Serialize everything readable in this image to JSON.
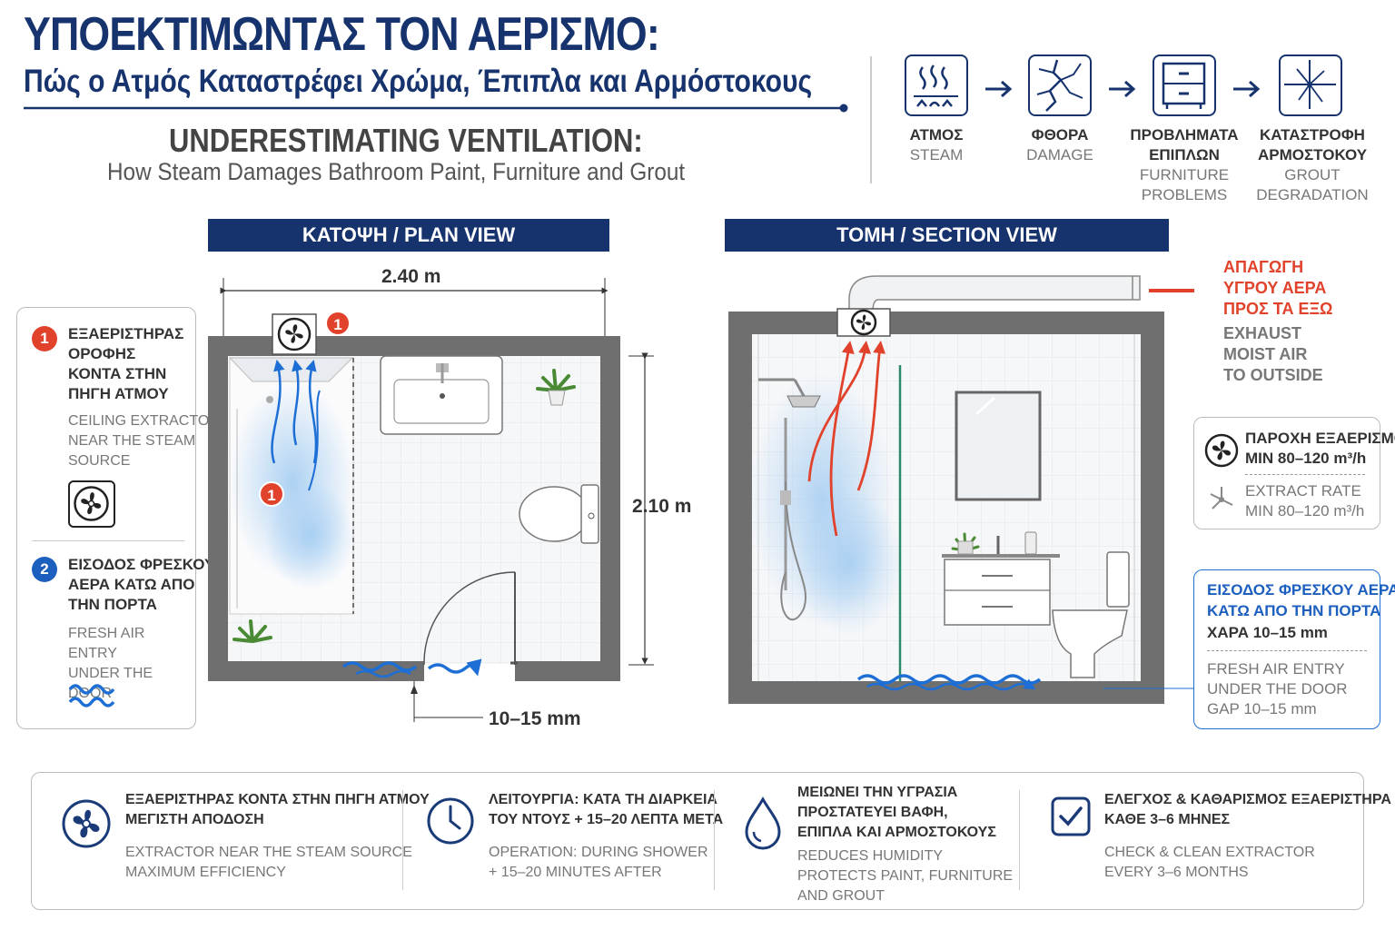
{
  "header": {
    "title_gr": "ΥΠΟΕΚΤΙΜΩΝΤΑΣ ΤΟΝ ΑΕΡΙΣΜΟ:",
    "subtitle_gr": "Πώς ο Ατμός Καταστρέφει Χρώμα, Έπιπλα και Αρμόστοκους",
    "title_en": "UNDERESTIMATING VENTILATION:",
    "subtitle_en": "How Steam Damages Bathroom Paint, Furniture and Grout"
  },
  "process": [
    {
      "gr": "ΑΤΜΟΣ",
      "en": "STEAM",
      "icon": "steam-icon"
    },
    {
      "gr": "ΦΘΟΡΑ",
      "en": "DAMAGE",
      "icon": "cracked-wall-icon"
    },
    {
      "gr": "ΠΡΟΒΛΗΜΑΤΑ ΕΠΙΠΛΩΝ",
      "en": "FURNITURE PROBLEMS",
      "icon": "furniture-icon"
    },
    {
      "gr": "ΚΑΤΑΣΤΡΟΦΗ ΑΡΜΟΣΤΟΚΟΥ",
      "en": "GROUT DEGRADATION",
      "icon": "cracked-tile-icon"
    }
  ],
  "plan_view": {
    "label": "ΚΑΤΟΨΗ / PLAN VIEW",
    "width_dim": "2.40 m",
    "depth_dim": "2.10 m",
    "gap_dim": "10–15 mm",
    "marker": "1"
  },
  "section_view": {
    "label": "ΤΟΜΗ / SECTION VIEW"
  },
  "legend": {
    "item1": {
      "num": "1",
      "gr_lines": [
        "ΕΞΑΕΡΙΣΤΗΡΑΣ",
        "ΟΡΟΦΗΣ",
        "ΚΟΝΤΑ ΣΤΗΝ",
        "ΠΗΓΗ ΑΤΜΟΥ"
      ],
      "en_lines": [
        "CEILING EXTRACTOR",
        "NEAR THE STEAM",
        "SOURCE"
      ]
    },
    "item2": {
      "num": "2",
      "gr_lines": [
        "ΕΙΣΟΔΟΣ ΦΡΕΣΚΟΥ",
        "ΑΕΡΑ ΚΑΤΩ ΑΠΟ",
        "ΤΗΝ ΠΟΡΤΑ"
      ],
      "en_lines": [
        "FRESH AIR ENTRY",
        "UNDER THE DOOR"
      ]
    }
  },
  "exhaust": {
    "gr_lines": [
      "ΑΠΑΓΩΓΗ",
      "ΥΓΡΟΥ ΑΕΡΑ",
      "ΠΡΟΣ ΤΑ ΕΞΩ"
    ],
    "en_lines": [
      "EXHAUST",
      "MOIST AIR",
      "TO OUTSIDE"
    ]
  },
  "extract_rate": {
    "gr_lines": [
      "ΠΑΡΟΧΗ ΕΞΑΕΡΙΣΜΟΥ",
      "MIN 80–120 m³/h"
    ],
    "en_lines": [
      "EXTRACT RATE",
      "MIN 80–120 m³/h"
    ]
  },
  "fresh_air": {
    "gr_lines": [
      "ΕΙΣΟΔΟΣ ΦΡΕΣΚΟΥ ΑΕΡΑ",
      "ΚΑΤΩ ΑΠΟ ΤΗΝ ΠΟΡΤΑ"
    ],
    "gap_gr": "ΧΑΡΑ 10–15 mm",
    "en_lines": [
      "FRESH AIR ENTRY",
      "UNDER THE DOOR",
      "GAP 10–15 mm"
    ]
  },
  "tips": [
    {
      "icon": "fan-icon",
      "gr_lines": [
        "ΕΞΑΕΡΙΣΤΗΡΑΣ ΚΟΝΤΑ ΣΤΗΝ ΠΗΓΗ ΑΤΜΟΥ",
        "ΜΕΓΙΣΤΗ ΑΠΟΔΟΣΗ"
      ],
      "en_lines": [
        "EXTRACTOR NEAR THE STEAM SOURCE",
        "MAXIMUM EFFICIENCY"
      ]
    },
    {
      "icon": "clock-icon",
      "gr_lines": [
        "ΛΕΙΤΟΥΡΓΙΑ: ΚΑΤΑ ΤΗ ΔΙΑΡΚΕΙΑ",
        "ΤΟΥ ΝΤΟΥΣ + 15–20 ΛΕΠΤΑ ΜΕΤΑ"
      ],
      "en_lines": [
        "OPERATION: DURING SHOWER",
        "+ 15–20 MINUTES AFTER"
      ]
    },
    {
      "icon": "water-drop-icon",
      "gr_lines": [
        "ΜΕΙΩΝΕΙ ΤΗΝ ΥΓΡΑΣΙΑ",
        "ΠΡΟΣΤΑΤΕΥΕΙ ΒΑΦΗ,",
        "ΕΠΙΠΛΑ ΚΑΙ ΑΡΜΟΣΤΟΚΟΥΣ"
      ],
      "en_lines": [
        "REDUCES HUMIDITY",
        "PROTECTS PAINT, FURNITURE",
        "AND GROUT"
      ]
    },
    {
      "icon": "checkbox-icon",
      "gr_lines": [
        "ΕΛΕΓΧΟΣ & ΚΑΘΑΡΙΣΜΟΣ ΕΞΑΕΡΙΣΤΗΡΑ",
        "ΚΑΘΕ 3–6 ΜΗΝΕΣ"
      ],
      "en_lines": [
        "CHECK & CLEAN EXTRACTOR",
        "EVERY 3–6 MONTHS"
      ]
    }
  ],
  "colors": {
    "navy": "#17336e",
    "red": "#e0422b",
    "blue": "#1d6fd6",
    "wall": "#6f6f6f"
  }
}
